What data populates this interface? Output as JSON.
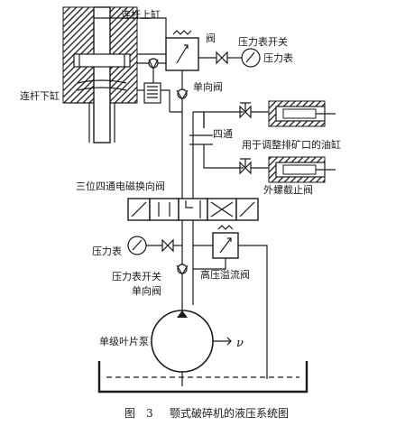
{
  "labels": {
    "upper_cylinder": "连杆上缸",
    "lower_cylinder": "连杆下缸",
    "valve": "阀",
    "gauge_switch_top": "压力表开关",
    "gauge_top": "压力表",
    "check_valve_top": "单向阀",
    "four_way": "四通",
    "adjust_cylinder": "用于调整排矿口的油缸",
    "external_stop_valve": "外螺截止阀",
    "solenoid_valve": "三位四通电磁换向阀",
    "gauge_bottom": "压力表",
    "gauge_switch_bottom": "压力表开关",
    "relief_valve": "高压溢流阀",
    "check_valve_bottom": "单向阀",
    "pump": "单级叶片泵",
    "rotation_symbol": "ν"
  },
  "caption": {
    "figure_no": "图　3",
    "title": "颚式破碎机的液压系统图"
  }
}
